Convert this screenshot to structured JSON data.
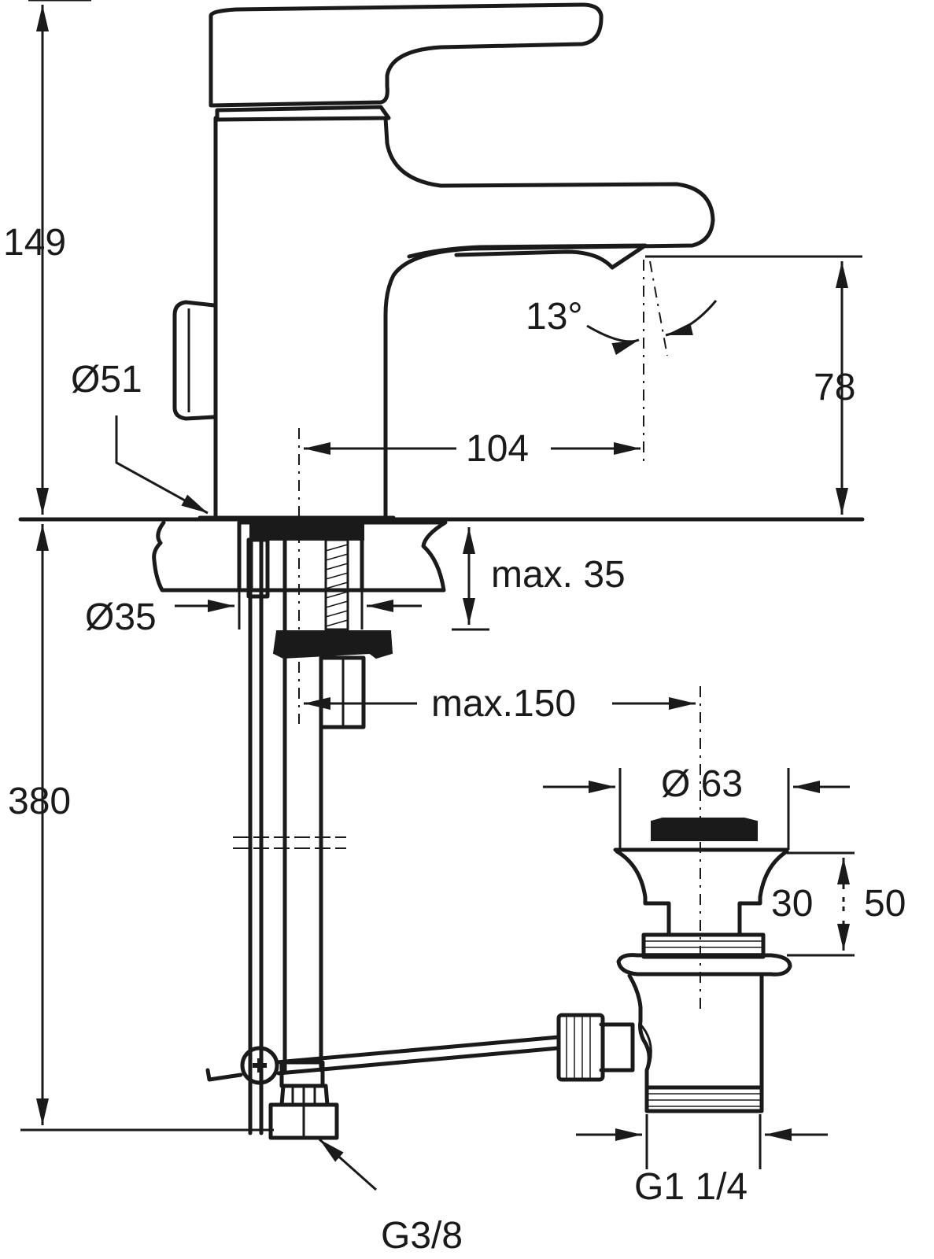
{
  "dimensions": {
    "overall_height": "149",
    "spout_height": "78",
    "spout_reach": "104",
    "spout_angle": "13°",
    "base_diameter": "Ø51",
    "hole_diameter": "Ø35",
    "max_deck_thickness": "max. 35",
    "max_distance": "max.150",
    "drain_diameter": "Ø 63",
    "drain_height_min": "30",
    "drain_height_max": "50",
    "hose_length": "380",
    "drain_thread": "G1 1/4",
    "supply_thread": "G3/8"
  }
}
